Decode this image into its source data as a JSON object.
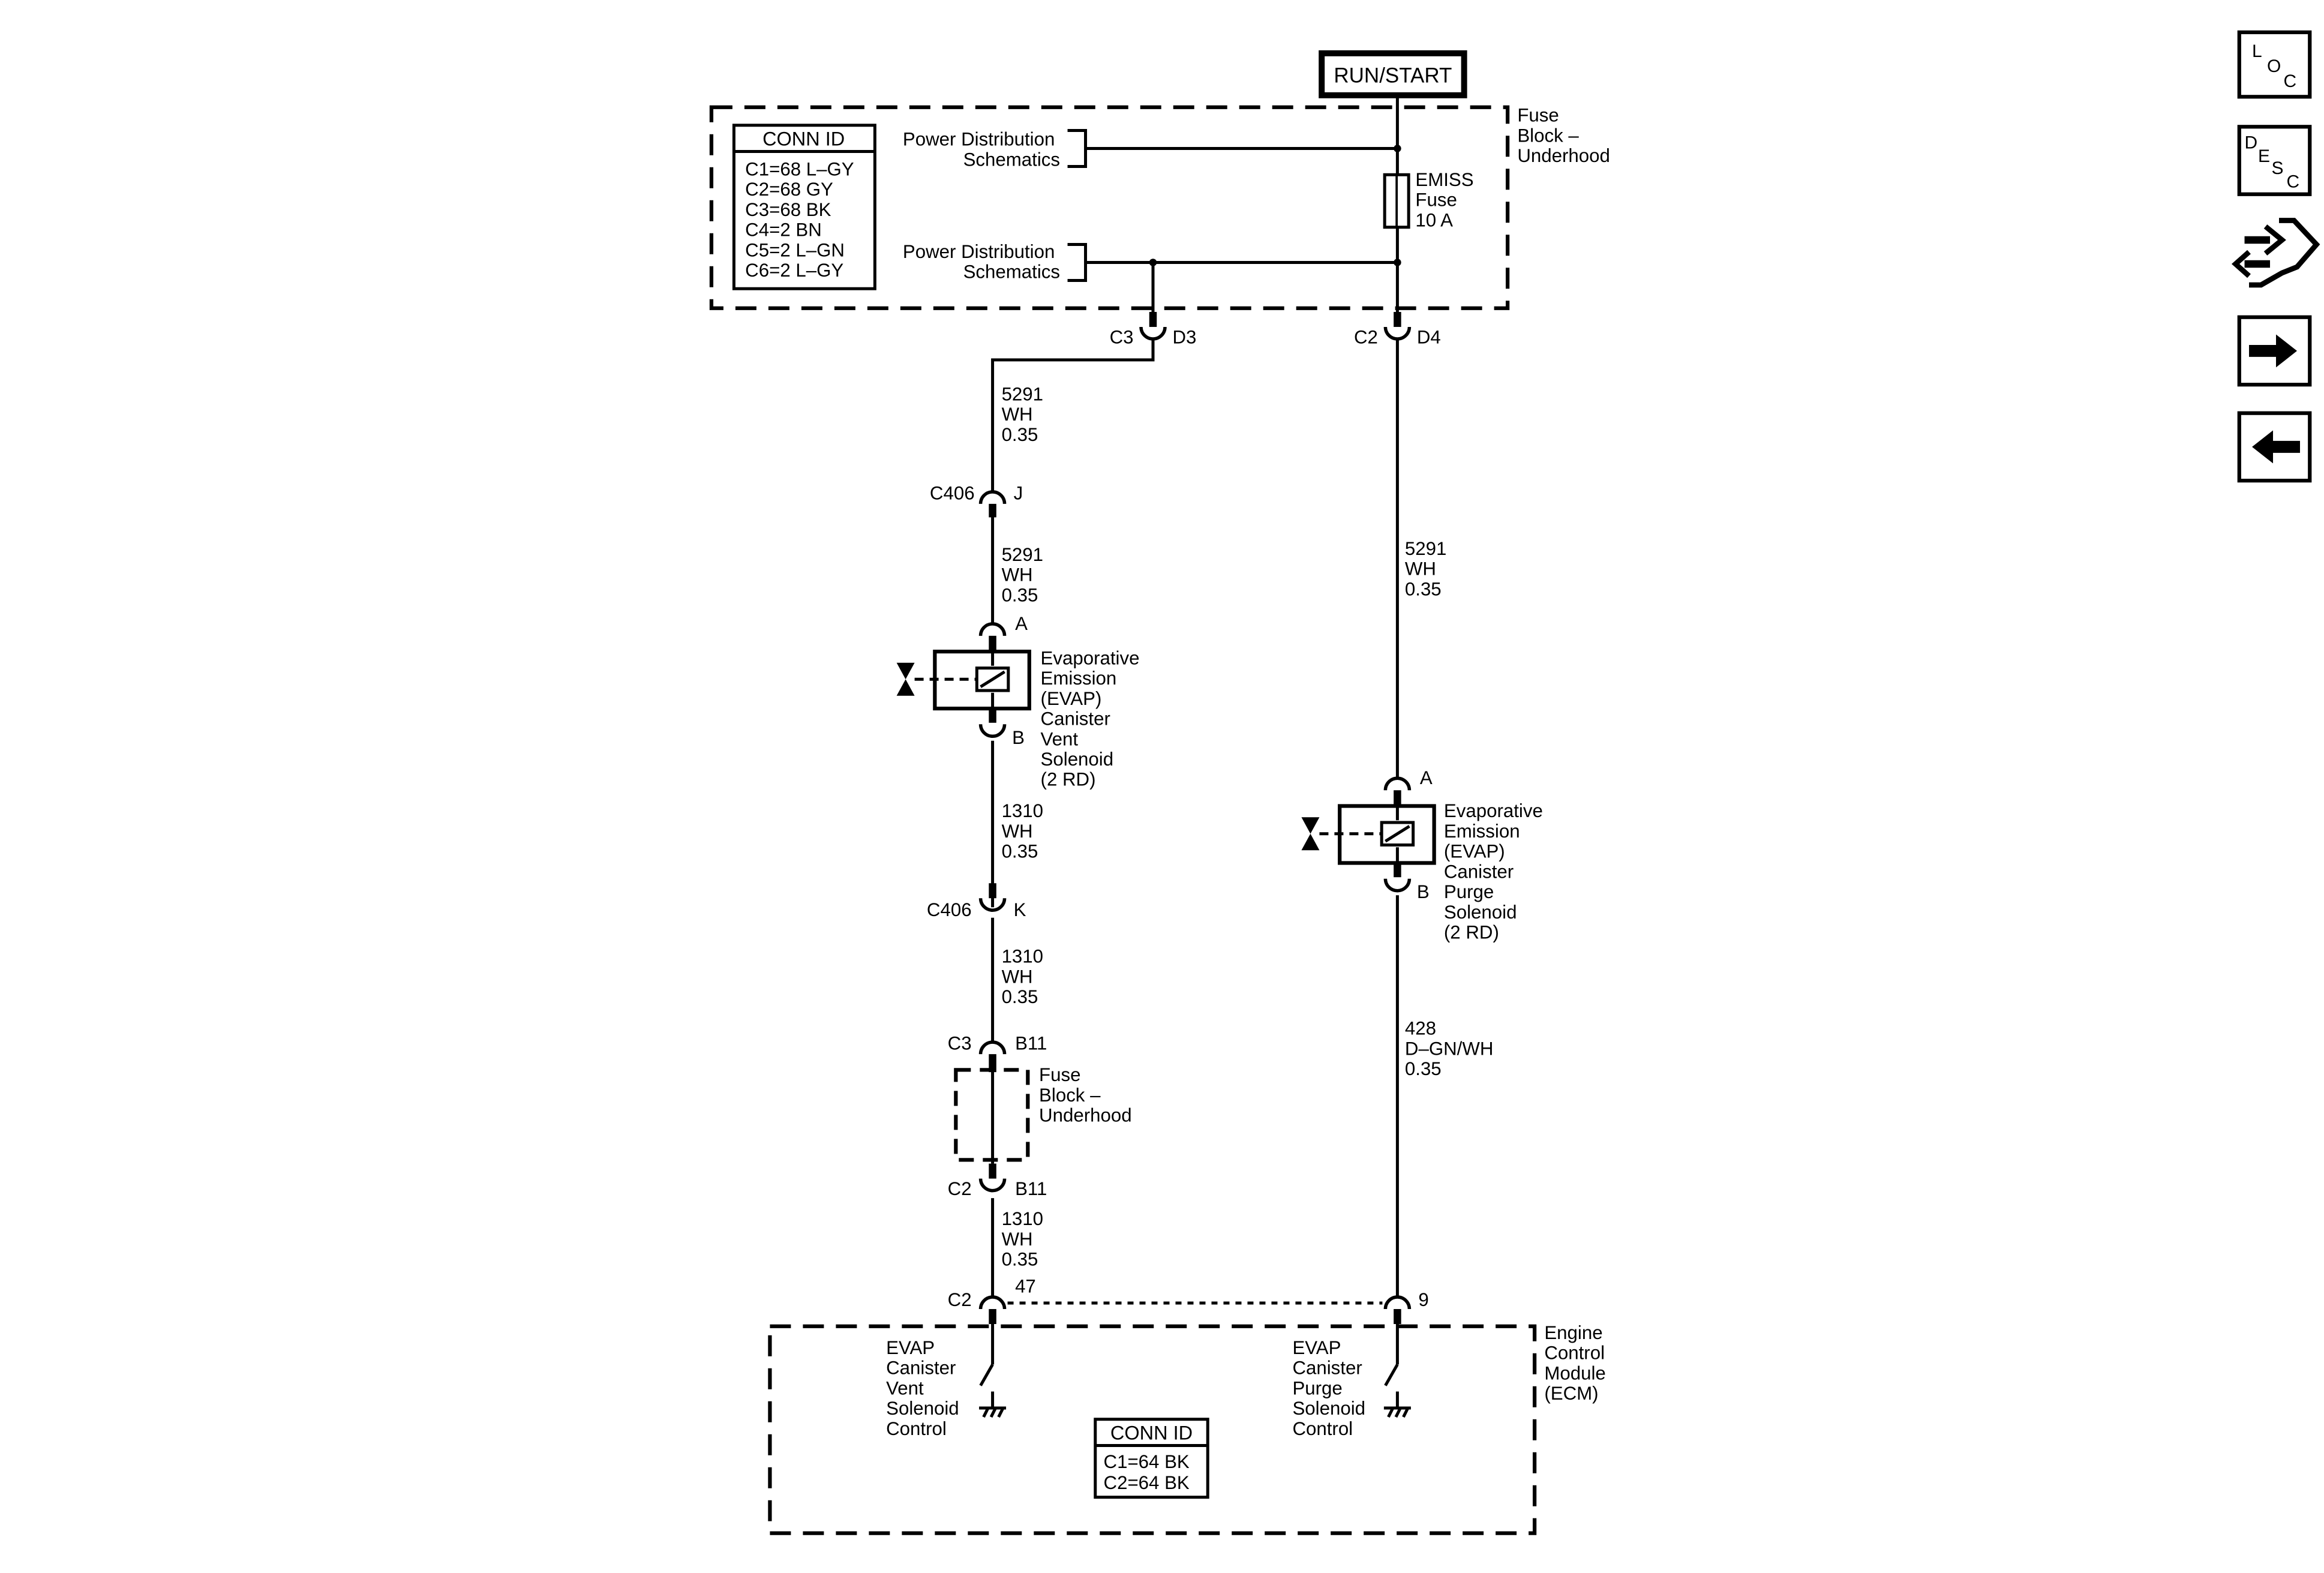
{
  "power_source": "RUN/START",
  "fuse_block_top": {
    "label": [
      "Fuse",
      "Block –",
      "Underhood"
    ],
    "conn_id_title": "CONN ID",
    "conn_ids": [
      "C1=68 L–GY",
      "C2=68 GY",
      "C3=68 BK",
      "C4=2 BN",
      "C5=2 L–GN",
      "C6=2 L–GY"
    ],
    "power_dist_1": [
      "Power Distribution",
      "Schematics"
    ],
    "power_dist_2": [
      "Power Distribution",
      "Schematics"
    ],
    "fuse": [
      "EMISS",
      "Fuse",
      "10 A"
    ]
  },
  "connectors": {
    "left_top": {
      "left": "C3",
      "right": "D3"
    },
    "right_top": {
      "left": "C2",
      "right": "D4"
    },
    "c406_j": {
      "left": "C406",
      "right": "J"
    },
    "vent_a": "A",
    "vent_b": "B",
    "c406_k": {
      "left": "C406",
      "right": "K"
    },
    "c3_b11": {
      "left": "C3",
      "right": "B11"
    },
    "c2_b11": {
      "left": "C2",
      "right": "B11"
    },
    "ecm_left": {
      "left": "C2",
      "right": "47"
    },
    "ecm_right": "9",
    "purge_a": "A",
    "purge_b": "B"
  },
  "wires": {
    "w1": [
      "5291",
      "WH",
      "0.35"
    ],
    "w2": [
      "5291",
      "WH",
      "0.35"
    ],
    "w3": [
      "1310",
      "WH",
      "0.35"
    ],
    "w4": [
      "1310",
      "WH",
      "0.35"
    ],
    "w5": [
      "1310",
      "WH",
      "0.35"
    ],
    "w6": [
      "5291",
      "WH",
      "0.35"
    ],
    "w7": [
      "428",
      "D–GN/WH",
      "0.35"
    ]
  },
  "vent_solenoid": [
    "Evaporative",
    "Emission",
    "(EVAP)",
    "Canister",
    "Vent",
    "Solenoid",
    "(2 RD)"
  ],
  "purge_solenoid": [
    "Evaporative",
    "Emission",
    "(EVAP)",
    "Canister",
    "Purge",
    "Solenoid",
    "(2 RD)"
  ],
  "fuse_block_mid": [
    "Fuse",
    "Block –",
    "Underhood"
  ],
  "ecm": {
    "label": [
      "Engine",
      "Control",
      "Module",
      "(ECM)"
    ],
    "vent_control": [
      "EVAP",
      "Canister",
      "Vent",
      "Solenoid",
      "Control"
    ],
    "purge_control": [
      "EVAP",
      "Canister",
      "Purge",
      "Solenoid",
      "Control"
    ],
    "conn_id_title": "CONN ID",
    "conn_ids": [
      "C1=64 BK",
      "C2=64 BK"
    ]
  },
  "nav": {
    "loc": [
      "L",
      "O",
      "C"
    ],
    "desc": [
      "D",
      "E",
      "S",
      "C"
    ]
  },
  "colors": {
    "ink": "#000000",
    "background": "#ffffff"
  }
}
